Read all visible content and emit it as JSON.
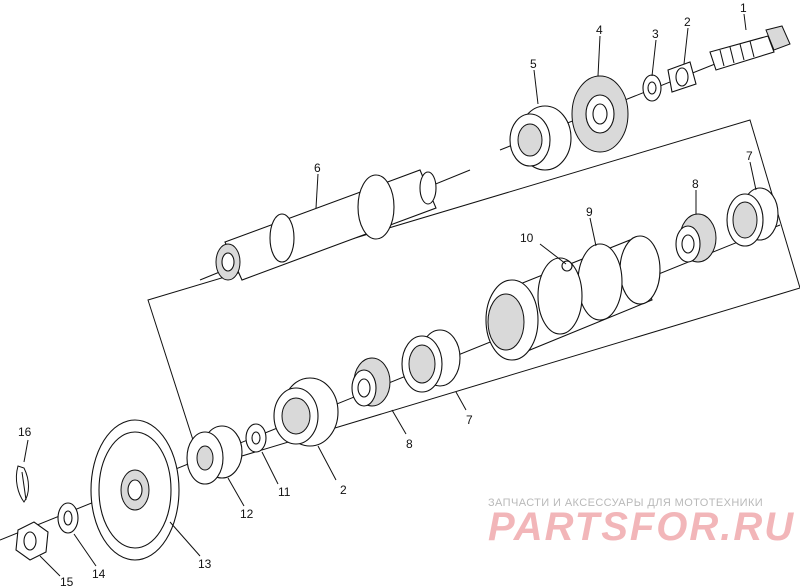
{
  "callouts": [
    {
      "id": "c1",
      "text": "1"
    },
    {
      "id": "c2a",
      "text": "2"
    },
    {
      "id": "c3",
      "text": "3"
    },
    {
      "id": "c4",
      "text": "4"
    },
    {
      "id": "c5",
      "text": "5"
    },
    {
      "id": "c6",
      "text": "6"
    },
    {
      "id": "c7a",
      "text": "7"
    },
    {
      "id": "c8a",
      "text": "8"
    },
    {
      "id": "c9",
      "text": "9"
    },
    {
      "id": "c10",
      "text": "10"
    },
    {
      "id": "c7b",
      "text": "7"
    },
    {
      "id": "c8b",
      "text": "8"
    },
    {
      "id": "c2b",
      "text": "2"
    },
    {
      "id": "c11",
      "text": "11"
    },
    {
      "id": "c12",
      "text": "12"
    },
    {
      "id": "c13",
      "text": "13"
    },
    {
      "id": "c14",
      "text": "14"
    },
    {
      "id": "c15",
      "text": "15"
    },
    {
      "id": "c16",
      "text": "16"
    }
  ],
  "watermark": {
    "caption": "ЗАПЧАСТИ И АКСЕССУАРЫ ДЛЯ МОТОТЕХНИКИ",
    "logo": "PARTSFOR.RU"
  }
}
